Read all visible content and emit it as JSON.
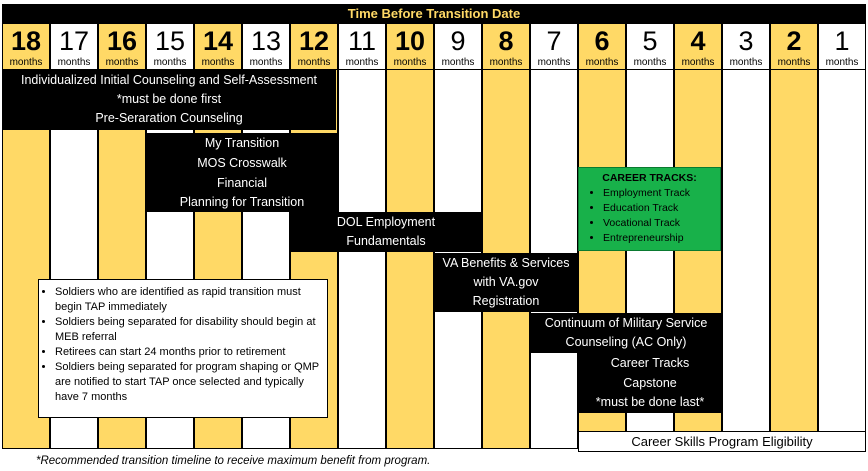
{
  "header": {
    "title": "Time Before Transition Date"
  },
  "columns": [
    {
      "number": "18",
      "unit": "months",
      "highlight": true
    },
    {
      "number": "17",
      "unit": "months",
      "highlight": false
    },
    {
      "number": "16",
      "unit": "months",
      "highlight": true
    },
    {
      "number": "15",
      "unit": "months",
      "highlight": false
    },
    {
      "number": "14",
      "unit": "months",
      "highlight": true
    },
    {
      "number": "13",
      "unit": "months",
      "highlight": false
    },
    {
      "number": "12",
      "unit": "months",
      "highlight": true
    },
    {
      "number": "11",
      "unit": "months",
      "highlight": false
    },
    {
      "number": "10",
      "unit": "months",
      "highlight": true
    },
    {
      "number": "9",
      "unit": "months",
      "highlight": false
    },
    {
      "number": "8",
      "unit": "months",
      "highlight": true
    },
    {
      "number": "7",
      "unit": "months",
      "highlight": false
    },
    {
      "number": "6",
      "unit": "months",
      "highlight": true
    },
    {
      "number": "5",
      "unit": "months",
      "highlight": false
    },
    {
      "number": "4",
      "unit": "months",
      "highlight": true
    },
    {
      "number": "3",
      "unit": "months",
      "highlight": false
    },
    {
      "number": "2",
      "unit": "months",
      "highlight": true
    },
    {
      "number": "1",
      "unit": "months",
      "highlight": false
    }
  ],
  "bars": {
    "initial_counseling": [
      "Individualized Initial Counseling and Self-Assessment",
      "*must be done first",
      "Pre-Seraration Counseling"
    ],
    "my_transition": "My Transition",
    "mos_crosswalk": "MOS Crosswalk",
    "financial": [
      "Financial",
      "Planning for Transition"
    ],
    "dol": [
      "DOL Employment",
      "Fundamentals"
    ],
    "va_benefits": [
      "VA Benefits & Services",
      "with VA.gov",
      "Registration"
    ],
    "continuum": [
      "Continuum of Military Service",
      "Counseling (AC Only)"
    ],
    "career_tracks": "Career Tracks",
    "capstone": [
      "Capstone",
      "*must be done last*"
    ],
    "career_skills": "Career Skills Program Eligibility"
  },
  "career_box": {
    "title": "CAREER TRACKS:",
    "items": [
      "Employment Track",
      "Education Track",
      "Vocational Track",
      "Entrepreneurship"
    ]
  },
  "notes": [
    "Soldiers who are identified as rapid transition must begin TAP immediately",
    "Soldiers being separated for disability should begin at MEB referral",
    "Retirees can start 24 months prior to retirement",
    "Soldiers being separated for program shaping or QMP are notified to start TAP once selected and typically have 7 months"
  ],
  "footnote": "*Recommended transition timeline to receive maximum benefit from program.",
  "colors": {
    "gold": "#ffd966",
    "black": "#000000",
    "green": "#18b14a"
  }
}
